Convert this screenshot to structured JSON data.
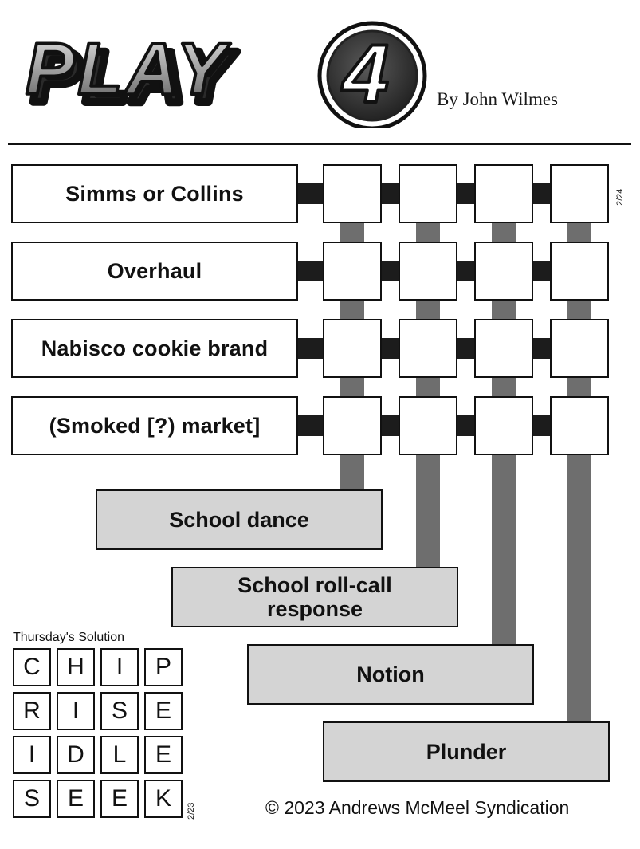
{
  "header": {
    "logo_text": "PLAY",
    "logo_number": "4",
    "byline": "By John Wilmes"
  },
  "puzzle": {
    "date": "2/24",
    "across_clues": [
      "Simms or Collins",
      "Overhaul",
      "Nabisco cookie brand",
      "(Smoked [?) market]"
    ],
    "down_clues": [
      "School dance",
      "School roll-call response",
      "Notion",
      "Plunder"
    ],
    "grid_size": 4
  },
  "solution": {
    "title": "Thursday's Solution",
    "date": "2/23",
    "rows": [
      [
        "C",
        "H",
        "I",
        "P"
      ],
      [
        "R",
        "I",
        "S",
        "E"
      ],
      [
        "I",
        "D",
        "L",
        "E"
      ],
      [
        "S",
        "E",
        "E",
        "K"
      ]
    ]
  },
  "footer": {
    "copyright": "© 2023 Andrews McMeel Syndication"
  },
  "colors": {
    "ink": "#111111",
    "down_clue_fill": "#d4d4d4",
    "down_connector": "#6e6e6e",
    "across_connector": "#1c1c1c"
  }
}
